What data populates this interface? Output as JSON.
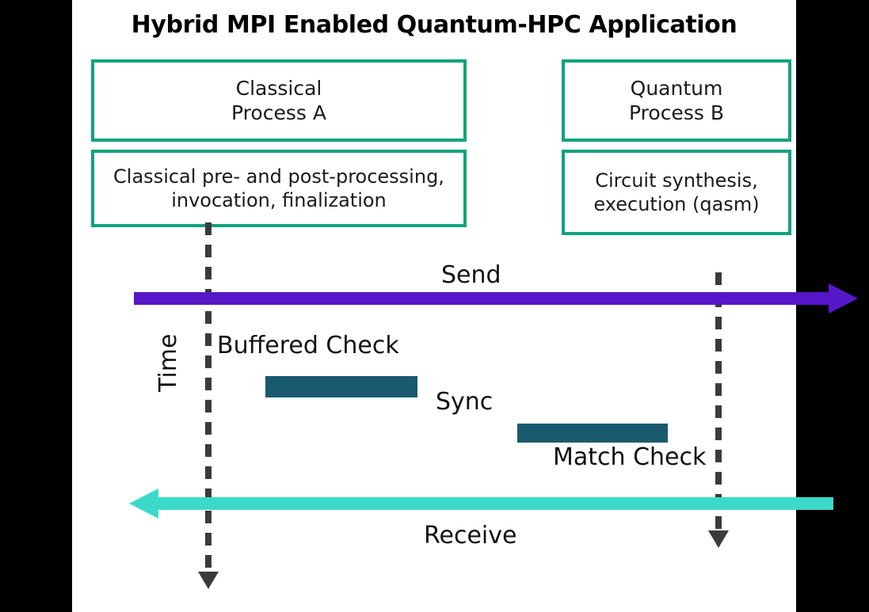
{
  "figure": {
    "title": "Hybrid MPI Enabled Quantum-HPC Application",
    "type": "sequence-diagram"
  },
  "colors": {
    "box_border": "#0FA37F",
    "send_arrow": "#5617C9",
    "receive_arrow": "#3CD9C8",
    "activation_bar": "#195A6E",
    "lifeline": "#3B3B3B",
    "canvas": "#FFFFFF",
    "matte": "#000000"
  },
  "processes": [
    {
      "name": "process-a",
      "header_line1": "Classical",
      "header_line2": "Process A",
      "detail_line1": "Classical pre- and post-processing,",
      "detail_line2": "invocation, finalization"
    },
    {
      "name": "process-b",
      "header_line1": "Quantum",
      "header_line2": "Process B",
      "detail_line1": "Circuit synthesis,",
      "detail_line2": "execution (qasm)"
    }
  ],
  "axis": {
    "time_label": "Time"
  },
  "messages": [
    {
      "name": "send",
      "label": "Send",
      "direction": "a-to-b",
      "color": "#5617C9"
    },
    {
      "name": "receive",
      "label": "Receive",
      "direction": "b-to-a",
      "color": "#3CD9C8"
    }
  ],
  "activations": [
    {
      "name": "buffered-check",
      "label": "Buffered Check",
      "color": "#195A6E"
    },
    {
      "name": "match-check",
      "label": "Match Check",
      "color": "#195A6E"
    }
  ],
  "annotations": [
    {
      "name": "sync",
      "label": "Sync"
    }
  ]
}
